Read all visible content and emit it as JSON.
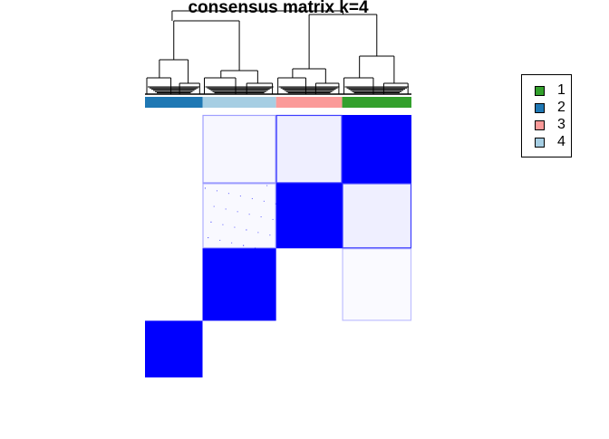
{
  "chart_data": {
    "type": "heatmap",
    "title": "consensus matrix k=4",
    "xlabel": "",
    "ylabel": "",
    "value_range": [
      0,
      1
    ],
    "colors": {
      "low": "#FFFFFF",
      "high": "#0000FF"
    },
    "column_groups_order": [
      "2",
      "4",
      "3",
      "1"
    ],
    "group_fraction": {
      "2": 0.216,
      "4": 0.276,
      "3": 0.248,
      "1": 0.26
    },
    "diagonal_value": 1.0,
    "off_diagonal_value": 0.0,
    "noisy_boundaries": [
      {
        "rows": "1",
        "cols": "3",
        "level": 0.25
      },
      {
        "rows": "3",
        "cols": "1",
        "level": 0.25
      },
      {
        "rows": "1",
        "cols": "4",
        "level": 0.12
      },
      {
        "rows": "3",
        "cols": "4",
        "level": 0.1
      },
      {
        "rows": "4",
        "cols": "1",
        "level": 0.08
      }
    ],
    "dendrogram": true,
    "legend": {
      "position": "right",
      "entries": [
        {
          "label": "1",
          "color": "#33A02C"
        },
        {
          "label": "2",
          "color": "#1F78B4"
        },
        {
          "label": "3",
          "color": "#FB9A99"
        },
        {
          "label": "4",
          "color": "#A6CEE3"
        }
      ]
    }
  }
}
